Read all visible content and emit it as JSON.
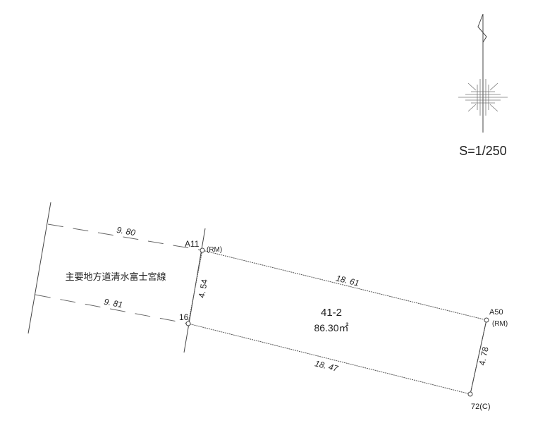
{
  "scale": "S=1/250",
  "road_name": "主要地方道清水富士宮線",
  "parcel": {
    "number": "41-2",
    "area": "86.30㎡"
  },
  "dimensions": {
    "road_top": "9. 80",
    "road_bottom": "9. 81",
    "road_width": "4. 54",
    "north_side": "18. 61",
    "south_side": "18. 47",
    "east_side": "4. 78"
  },
  "points": {
    "a11": {
      "name": "A11",
      "type": "(RM)"
    },
    "p16": {
      "name": "16"
    },
    "a50": {
      "name": "A50",
      "type": "(RM)"
    },
    "p72": {
      "name": "72(C)"
    }
  }
}
